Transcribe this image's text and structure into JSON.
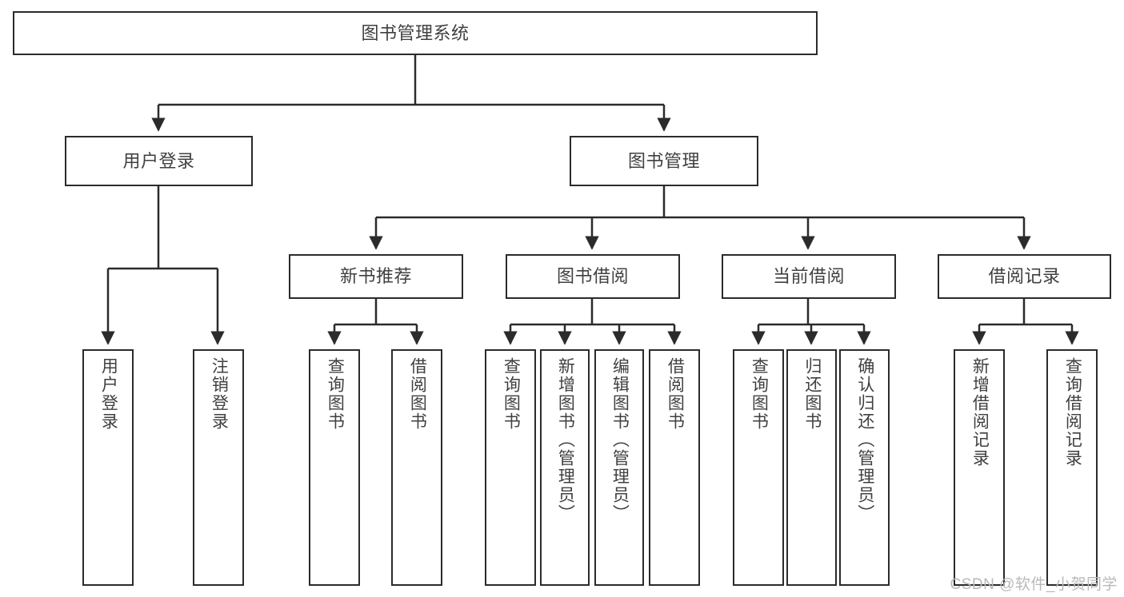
{
  "diagram": {
    "type": "tree-hierarchy",
    "title": "图书管理系统",
    "root": {
      "label": "图书管理系统"
    },
    "level2": [
      {
        "id": "user-login",
        "label": "用户登录"
      },
      {
        "id": "book-management",
        "label": "图书管理"
      }
    ],
    "level3": [
      {
        "id": "new-book-recommend",
        "label": "新书推荐"
      },
      {
        "id": "book-borrow",
        "label": "图书借阅"
      },
      {
        "id": "current-borrow",
        "label": "当前借阅"
      },
      {
        "id": "borrow-record",
        "label": "借阅记录"
      }
    ],
    "leaves": {
      "user_login": [
        {
          "id": "leaf-user-login",
          "label": "用户登录"
        },
        {
          "id": "leaf-logout-login",
          "label": "注销登录"
        }
      ],
      "new_book_recommend": [
        {
          "id": "leaf-query-book-1",
          "label": "查询图书"
        },
        {
          "id": "leaf-borrow-book-1",
          "label": "借阅图书"
        }
      ],
      "book_borrow": [
        {
          "id": "leaf-query-book-2",
          "label": "查询图书"
        },
        {
          "id": "leaf-add-book",
          "label": "新增图书（管理员）"
        },
        {
          "id": "leaf-edit-book",
          "label": "编辑图书（管理员）"
        },
        {
          "id": "leaf-borrow-book-2",
          "label": "借阅图书"
        }
      ],
      "current_borrow": [
        {
          "id": "leaf-query-book-3",
          "label": "查询图书"
        },
        {
          "id": "leaf-return-book",
          "label": "归还图书"
        },
        {
          "id": "leaf-confirm-return",
          "label": "确认归还（管理员）"
        }
      ],
      "borrow_record": [
        {
          "id": "leaf-add-borrow-record",
          "label": "新增借阅记录"
        },
        {
          "id": "leaf-query-borrow-record",
          "label": "查询借阅记录"
        }
      ]
    }
  },
  "watermark": {
    "text": "CSDN @软件_小贺同学"
  },
  "colors": {
    "stroke": "#2b2b2b",
    "text": "#404040",
    "background": "#ffffff",
    "watermark": "#b9b9b9"
  }
}
